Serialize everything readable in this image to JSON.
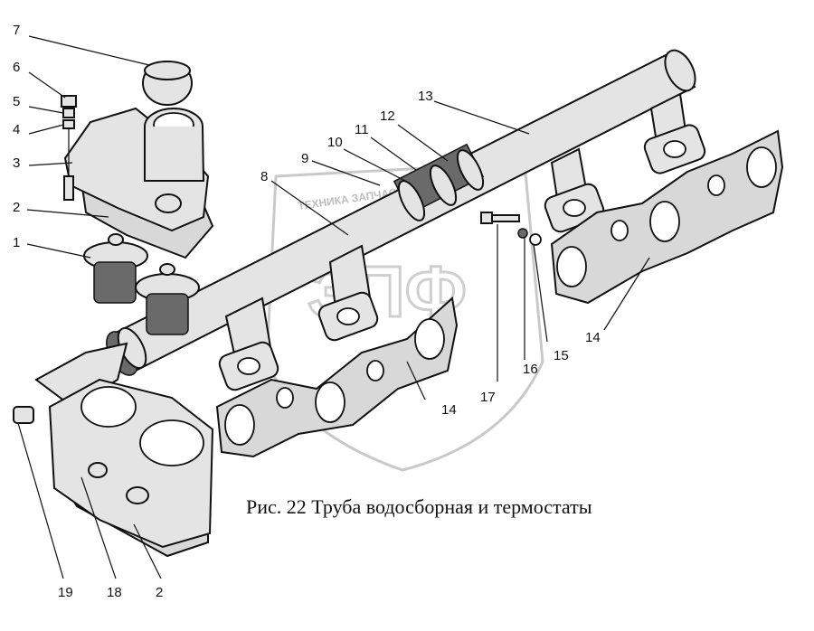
{
  "caption": "Рис. 22  Труба водосборная и термостаты",
  "watermark": {
    "text": "ТЕХНИКА   ЗАПЧАСТИ",
    "logo": "ЗПФ"
  },
  "callouts": [
    "1",
    "2",
    "3",
    "4",
    "5",
    "6",
    "7",
    "8",
    "9",
    "10",
    "11",
    "12",
    "13",
    "14",
    "14",
    "15",
    "16",
    "17",
    "19",
    "18",
    "2"
  ]
}
